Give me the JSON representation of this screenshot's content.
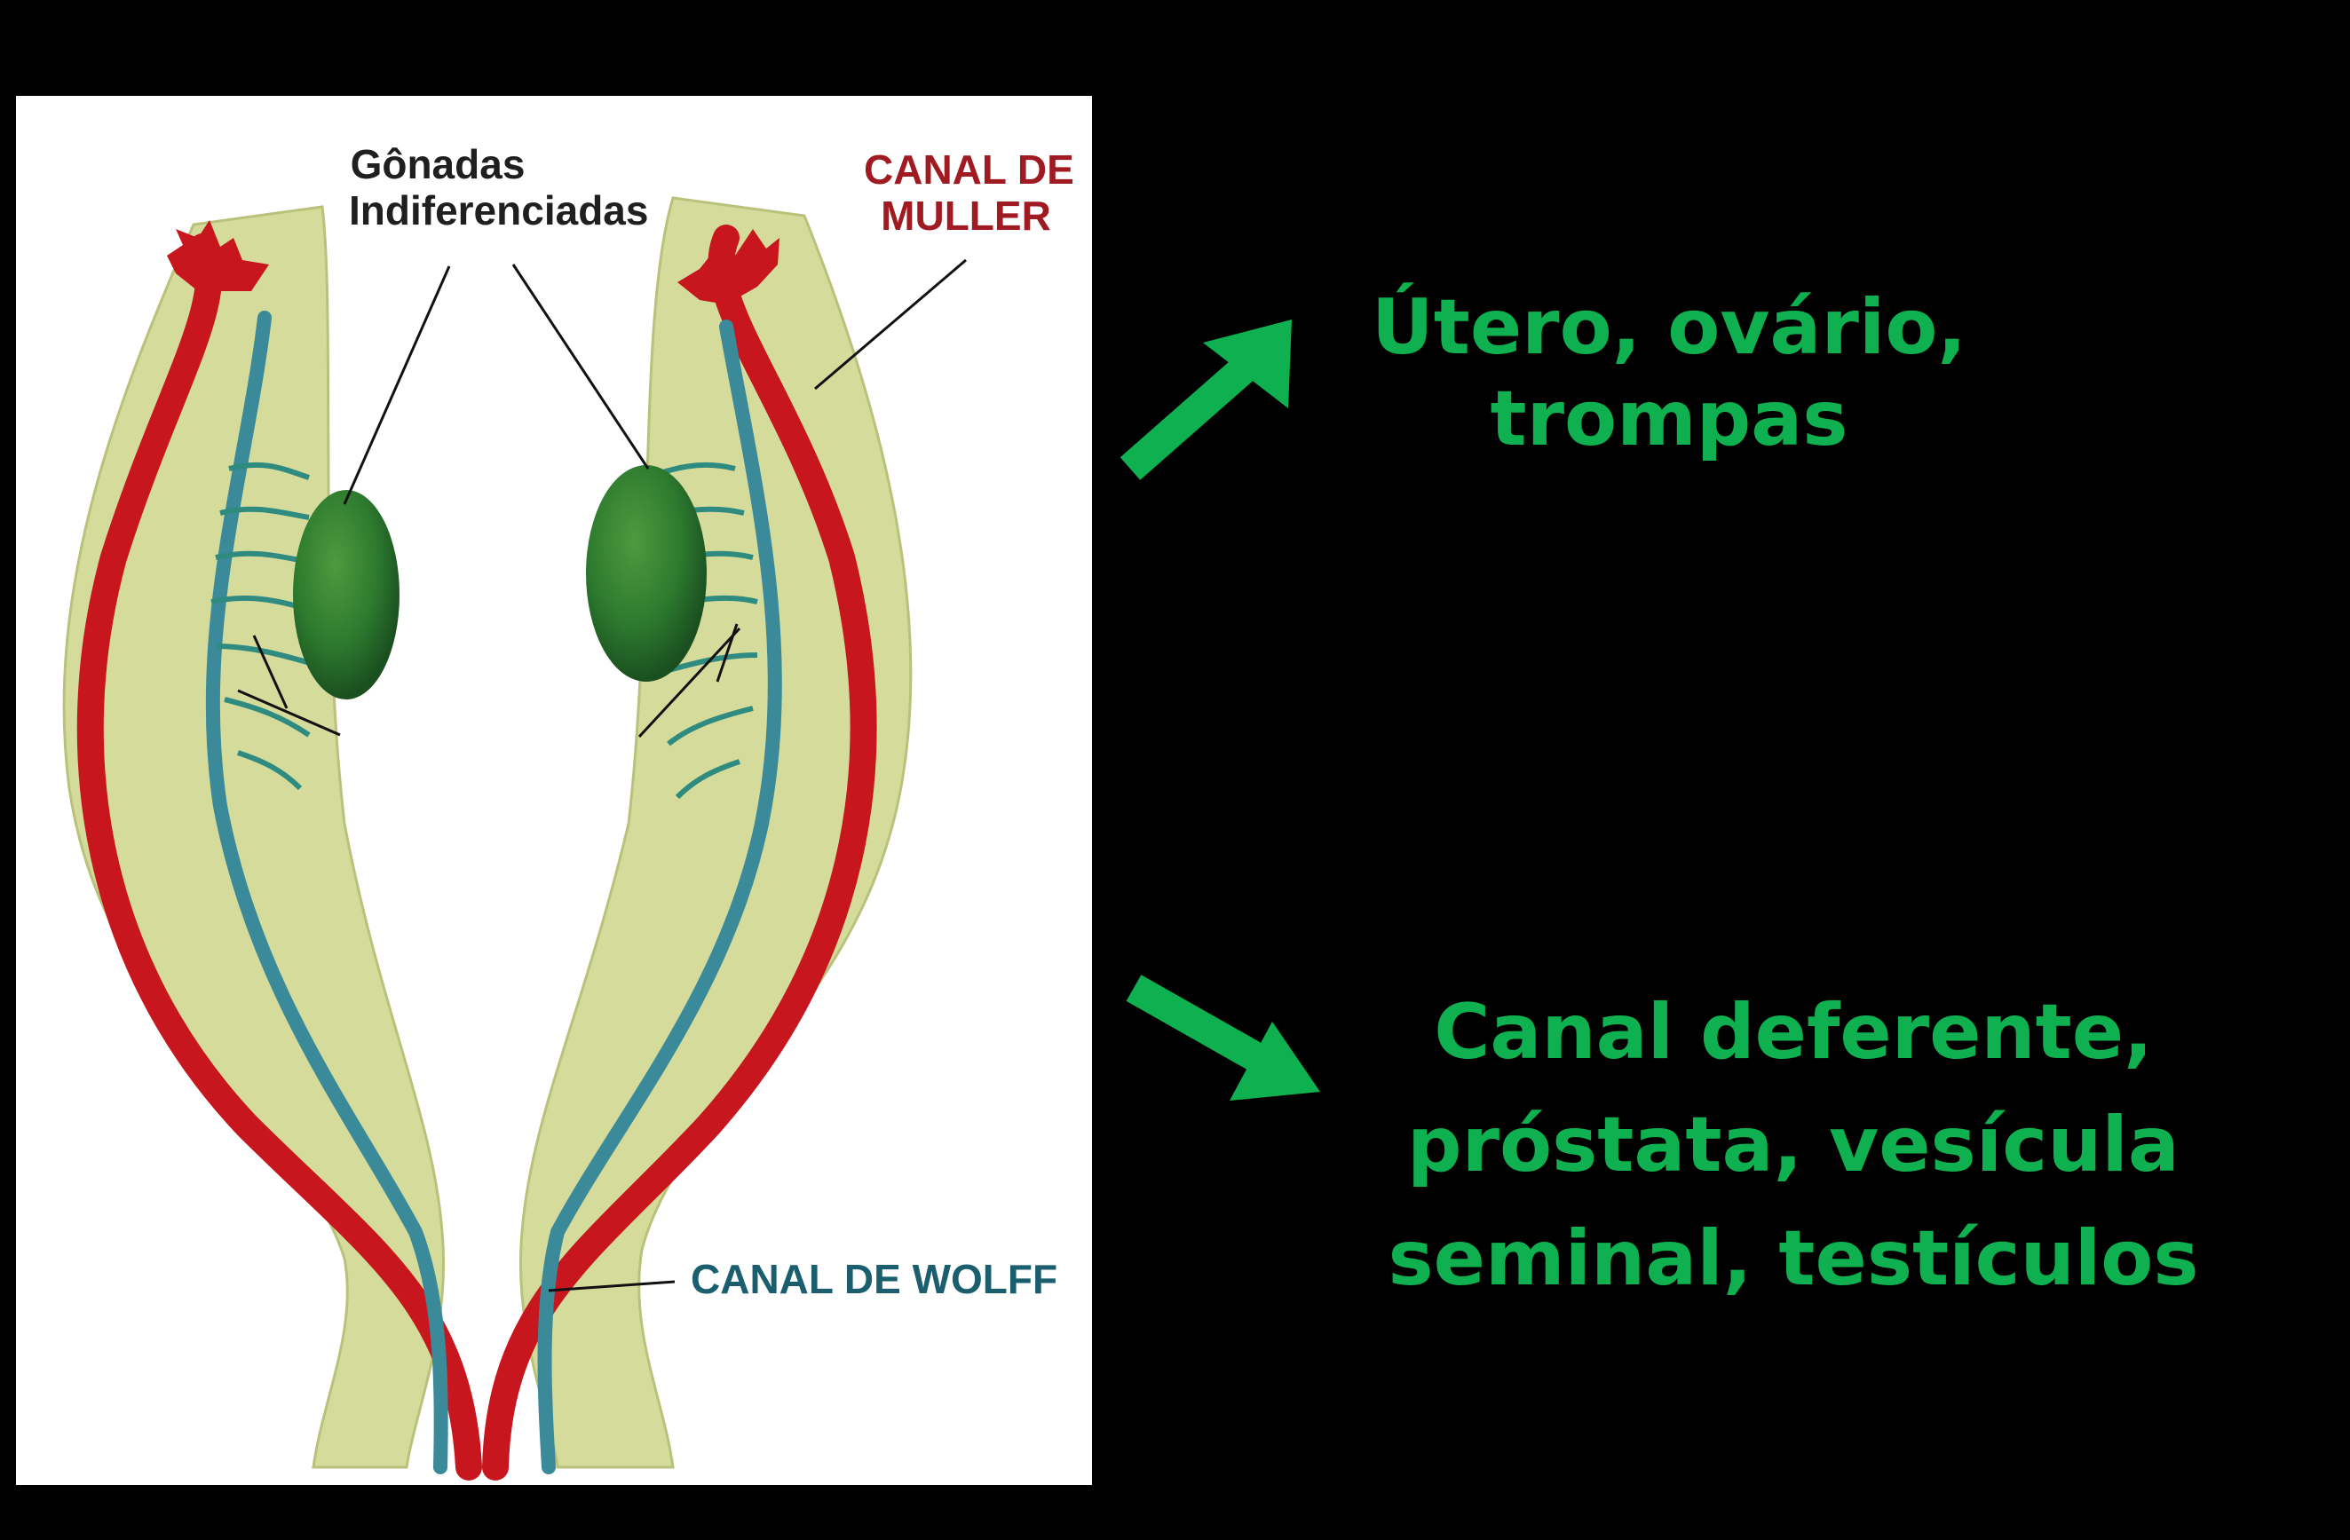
{
  "diagram": {
    "labels": {
      "gonads": [
        "Gônadas",
        "Indiferenciadas"
      ],
      "muller": [
        "CANAL DE",
        "MULLER"
      ],
      "wolff": "CANAL DE WOLFF"
    }
  },
  "outcomes": {
    "female": [
      "Útero, ovário,",
      "trompas"
    ],
    "male": [
      "Canal deferente,",
      "próstata, vesícula",
      "seminal, testículos"
    ]
  },
  "colors": {
    "background": "#000000",
    "outcome_text": "#0fb050",
    "arrow": "#0fb050",
    "muller_duct": "#c8161e",
    "wolff_duct": "#3a8a9a",
    "tissue": "#d5dc9a",
    "gonad": "#2f7d32"
  }
}
